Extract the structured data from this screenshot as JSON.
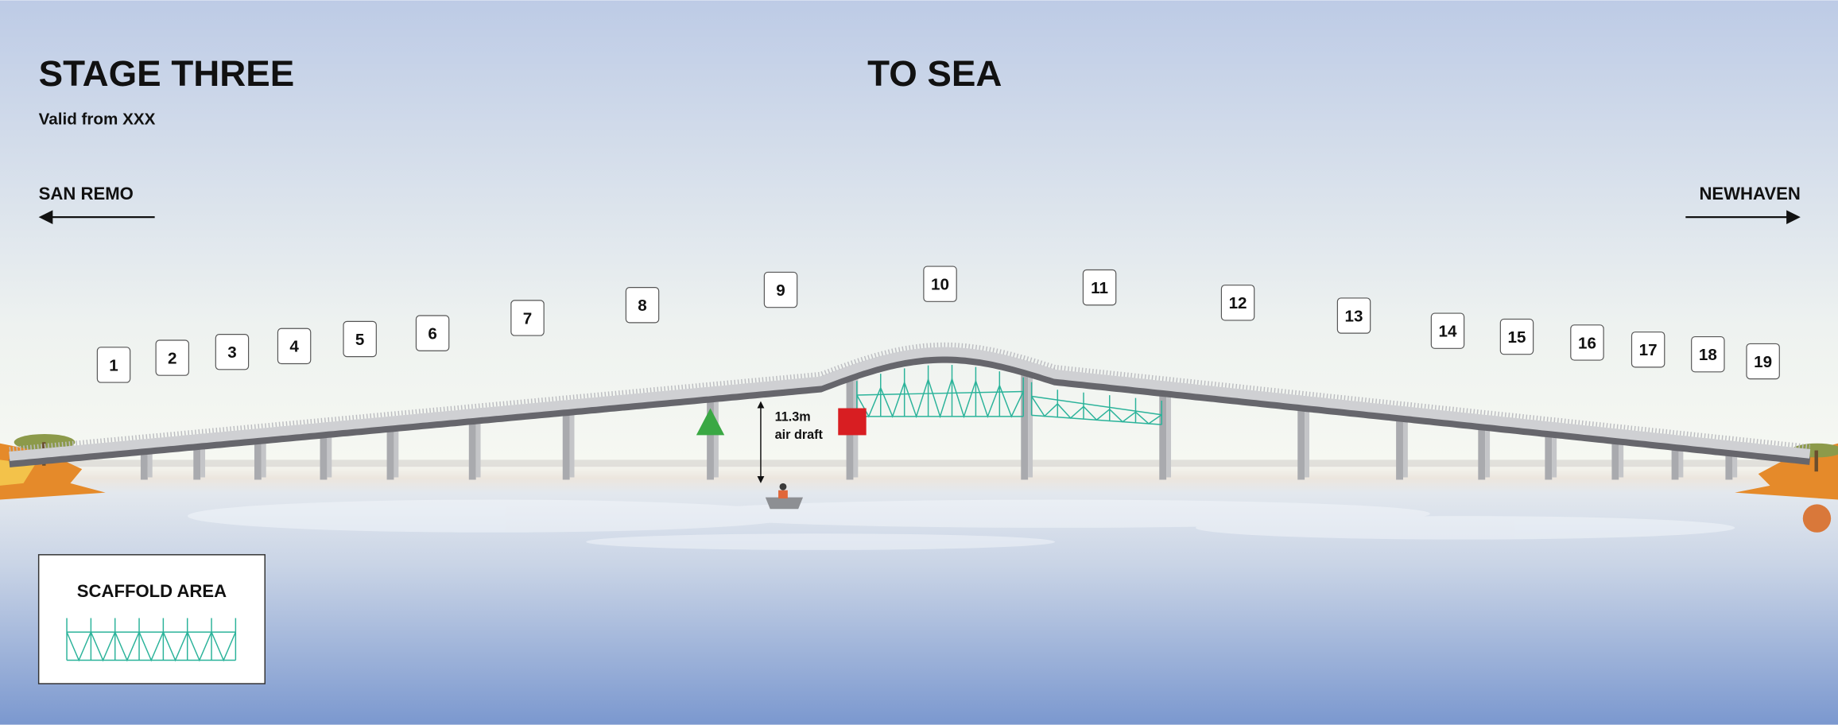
{
  "header": {
    "title": "STAGE THREE",
    "subtitle": "Valid from XXX",
    "direction_title": "TO SEA"
  },
  "directions": {
    "left": "SAN REMO",
    "right": "NEWHAVEN"
  },
  "clearance": {
    "line1": "11.3m",
    "line2": "air draft"
  },
  "legend": {
    "label": "SCAFFOLD AREA",
    "color": "#2bb39a"
  },
  "pier_labels": [
    "1",
    "2",
    "3",
    "4",
    "5",
    "6",
    "7",
    "8",
    "9",
    "10",
    "11",
    "12",
    "13",
    "14",
    "15",
    "16",
    "17",
    "18",
    "19"
  ],
  "markers": {
    "port_color": "#3aa844",
    "starboard_color": "#d81e22"
  }
}
